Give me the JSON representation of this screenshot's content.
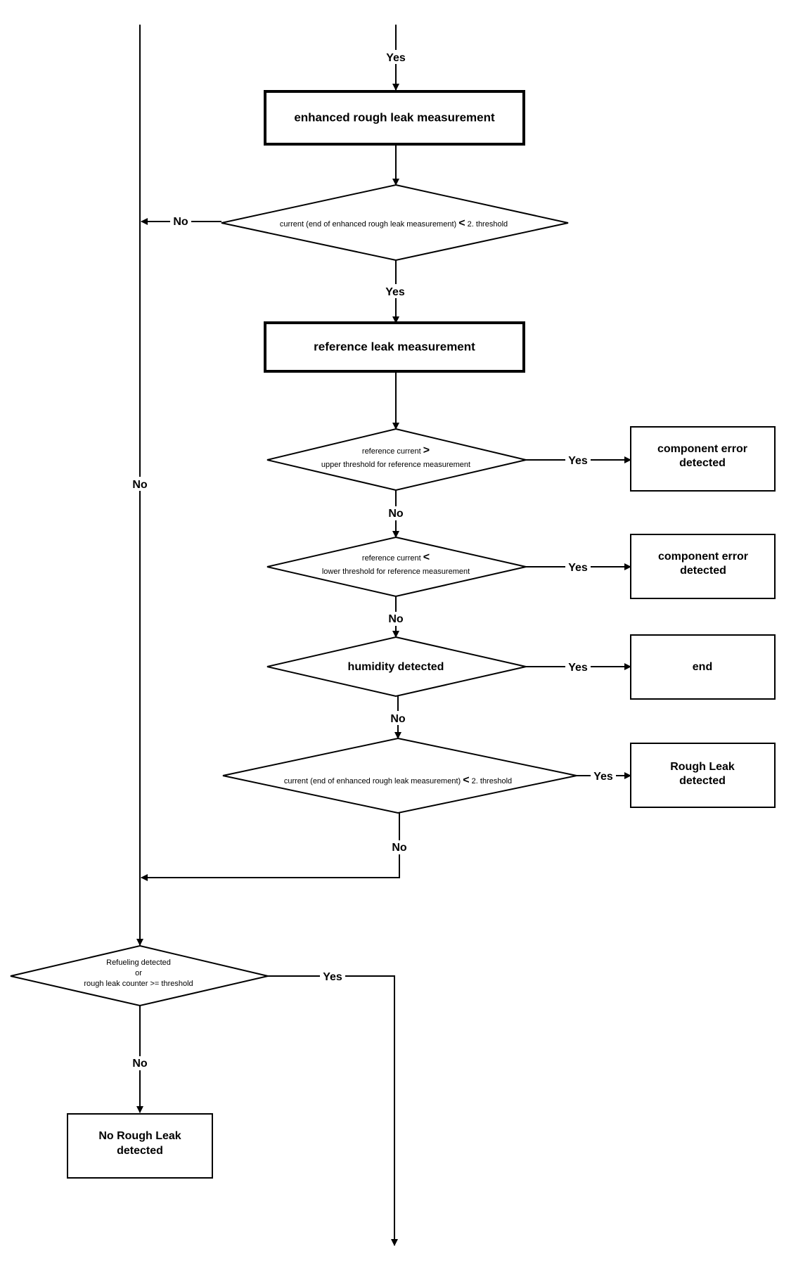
{
  "labels": {
    "yes": "Yes",
    "no": "No"
  },
  "process_boxes": {
    "enhanced": "enhanced rough leak measurement",
    "reference": "reference leak measurement"
  },
  "decisions": {
    "d1": {
      "text": "current (end of enhanced rough leak measurement)",
      "op": "<",
      "tail": "2. threshold"
    },
    "d2": {
      "line1": "reference current",
      "op": ">",
      "line2": "upper threshold for reference measurement"
    },
    "d3": {
      "line1": "reference current",
      "op": "<",
      "line2": "lower threshold for reference measurement"
    },
    "d4": {
      "text": "humidity detected"
    },
    "d5": {
      "text": "current (end of enhanced rough leak measurement)",
      "op": "<",
      "tail": "2. threshold"
    },
    "d6": {
      "line1": "Refueling detected",
      "line2": "or",
      "line3": "rough leak counter >= threshold"
    }
  },
  "outcomes": {
    "comp_error_1": [
      "component error",
      "detected"
    ],
    "comp_error_2": [
      "component error",
      "detected"
    ],
    "end": "end",
    "rough_leak": [
      "Rough Leak",
      "detected"
    ],
    "no_rough_leak": [
      "No Rough Leak",
      "detected"
    ]
  }
}
